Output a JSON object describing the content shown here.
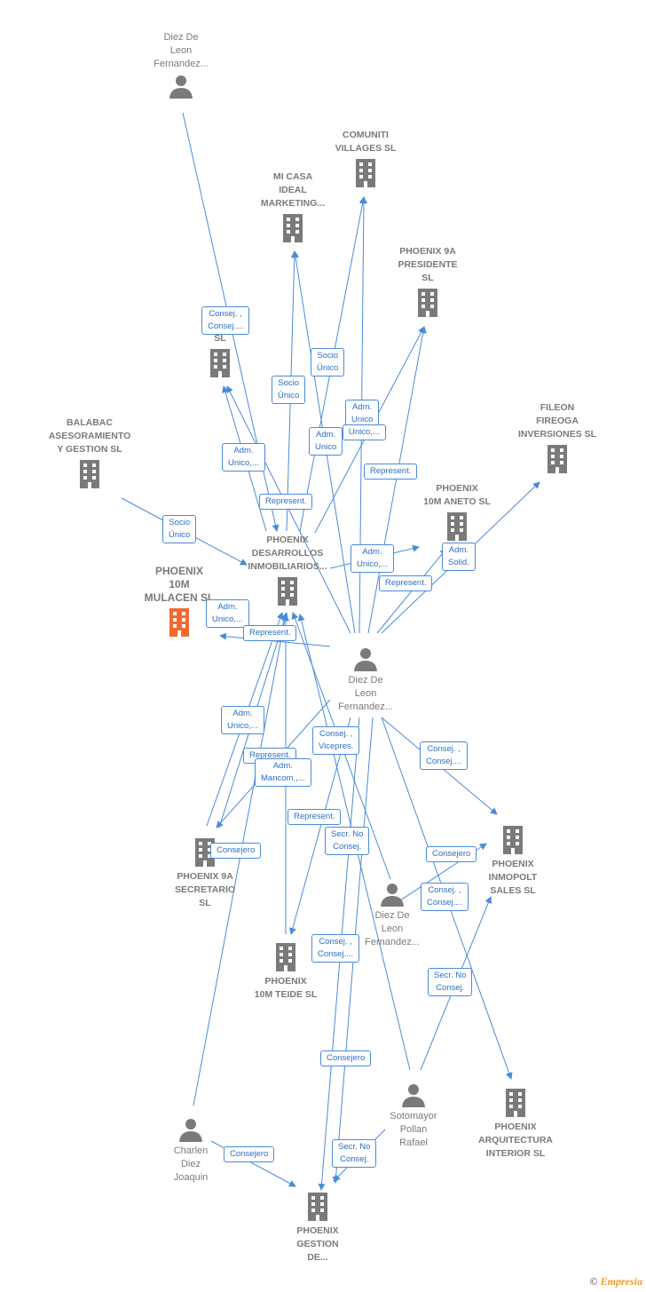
{
  "nodes": {
    "p_top": {
      "label": "Diez De\nLeon\nFernandez...",
      "kind": "person"
    },
    "comuniti": {
      "label": "COMUNITI\nVILLAGES  SL",
      "kind": "company"
    },
    "micasa": {
      "label": "MI CASA\nIDEAL\nMARKETING...",
      "kind": "company"
    },
    "presidente": {
      "label": "PHOENIX 9A\nPRESIDENTE\nSL",
      "kind": "company"
    },
    "vicepresidente": {
      "label": "PH\nVICEP        E\nSL",
      "kind": "company"
    },
    "balabac": {
      "label": "BALABAC\nASESORAMIENTO\nY GESTION SL",
      "kind": "company"
    },
    "fileon": {
      "label": "FILEON\nFIREOGA\nINVERSIONES SL",
      "kind": "company"
    },
    "aneto": {
      "label": "PHOENIX\n10M ANETO  SL",
      "kind": "company"
    },
    "desarrollos": {
      "label": "PHOENIX\nDESARROLLOS\nINMOBILIARIOS...",
      "kind": "company"
    },
    "mulacen": {
      "label": "PHOENIX\n10M\nMULACEN  SL",
      "kind": "focus"
    },
    "p_center": {
      "label": "Diez De\nLeon\nFernandez...",
      "kind": "person"
    },
    "secretario": {
      "label": "PHOENIX 9A\nSECRETARIO\nSL",
      "kind": "company"
    },
    "inmopolt": {
      "label": "PHOENIX\nINMOPOLT\nSALES  SL",
      "kind": "company"
    },
    "p_mid": {
      "label": "Diez De\nLeon\nFernandez...",
      "kind": "person"
    },
    "teide": {
      "label": "PHOENIX\n10M TEIDE  SL",
      "kind": "company"
    },
    "sotomayor": {
      "label": "Sotomayor\nPollan\nRafael",
      "kind": "person"
    },
    "arquitectura": {
      "label": "PHOENIX\nARQUITECTURA\nINTERIOR  SL",
      "kind": "company"
    },
    "charlen": {
      "label": "Charlen\nDiez\nJoaquin",
      "kind": "person"
    },
    "gestion": {
      "label": "PHOENIX\nGESTION\nDE...",
      "kind": "company"
    }
  },
  "edge_labels": {
    "e1": "Consej. ,\nConsej....",
    "e2": "Socio\nÚnico",
    "e3": "Socio\nÚnico",
    "e4": "Adm.\nUnico",
    "e5": "Unico,...",
    "e6": "Adm.\nUnico",
    "e7": "Represent.",
    "e8": "Adm.\nUnico,...",
    "e9": "Represent.",
    "e10": "Socio\nÚnico",
    "e11": "Adm.\nUnico,...",
    "e12": "Adm.\nSolid.",
    "e13": "Represent.",
    "e14": "Adm.\nUnico,...",
    "e15": "Represent.",
    "e16": "Adm.\nUnico,...",
    "e17": "Consej. ,\nVicepres.",
    "e18": "Represent.",
    "e19": "Adm.\nMancom.,...",
    "e20": "Consej. ,\nConsej....",
    "e21": "Represent.",
    "e22": "Secr.  No\nConsej.",
    "e23": "Consejero",
    "e24": "Consejero",
    "e25": "Consej. ,\nConsej....",
    "e26": "Consej. ,\nConsej....",
    "e27": "Secr.  No\nConsej.",
    "e28": "Consejero",
    "e29": "Consejero",
    "e30": "Secr.  No\nConsej."
  },
  "footer": {
    "copyright": "©",
    "brand": "Empresia"
  },
  "colors": {
    "edge": "#4a8bd8",
    "node_icon": "#7a7a7a",
    "focus_icon": "#f26a2e"
  }
}
